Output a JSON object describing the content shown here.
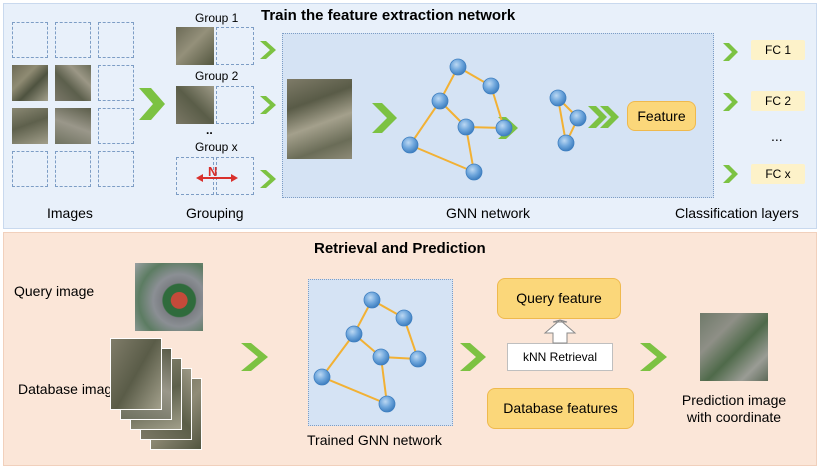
{
  "train": {
    "title": "Train the feature extraction network",
    "images_label": "Images",
    "grouping_label": "Grouping",
    "gnn_label": "GNN network",
    "classification_label": "Classification layers",
    "groups": [
      "Group 1",
      "Group 2",
      "..",
      "Group x"
    ],
    "feature_label": "Feature",
    "fc_layers": [
      "FC 1",
      "FC 2",
      "...",
      "FC x"
    ],
    "north_letter": "N"
  },
  "retrieval": {
    "title": "Retrieval and Prediction",
    "query_image_label": "Query image",
    "database_images_label": "Database images",
    "trained_gnn_label": "Trained GNN network",
    "query_feature_label": "Query feature",
    "knn_label": "kNN Retrieval",
    "database_features_label": "Database features",
    "prediction_label": "Prediction image with coordinate"
  },
  "colors": {
    "arrow_green": "#7cc242",
    "node_blue": "#5b9bd5",
    "edge_yellow": "#f2b134",
    "top_panel": "#e8f0fa",
    "bottom_panel": "#fbe6d8"
  }
}
